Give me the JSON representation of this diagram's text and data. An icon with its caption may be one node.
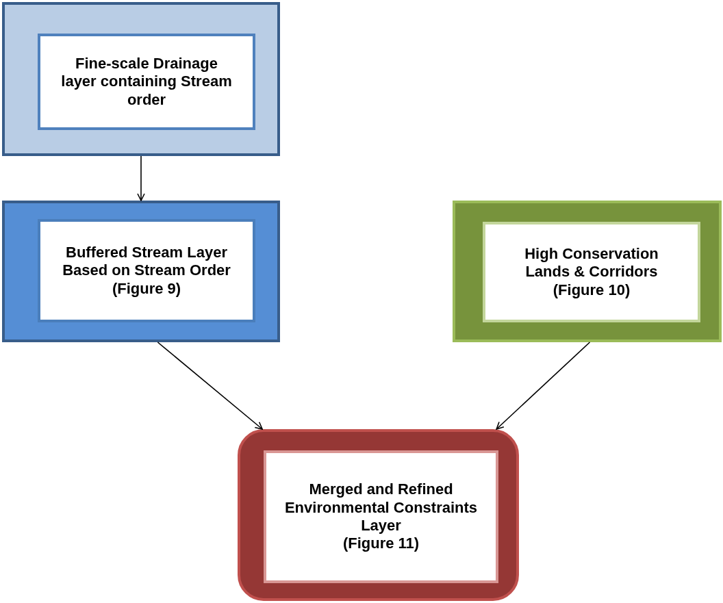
{
  "diagram": {
    "nodes": [
      {
        "text": [],
        "shape": "box"
      },
      {
        "text": [
          "Fine-scale Drainage layer containing Stream order"
        ],
        "in": 0
      },
      {
        "text": [],
        "shape": "box"
      },
      {
        "text": [
          "Buffered Stream Layer Based on Stream Order",
          "(Figure 9)"
        ],
        "in": 2
      },
      {
        "text": [],
        "shape": "box"
      },
      {
        "text": [
          "High Conservation Lands & Corridors",
          "(Figure 10)"
        ],
        "in": 4
      },
      {
        "text": [],
        "shape": "box"
      },
      {
        "text": [
          "Merged and Refined Environmental Constraints Layer",
          "(Figure 11)"
        ],
        "in": 6
      }
    ],
    "edges": [
      {
        "from": 0,
        "to": 2,
        "arrow": "to"
      },
      {
        "from": 2,
        "to": 6,
        "arrow": "to"
      },
      {
        "from": 4,
        "to": 6,
        "arrow": "to"
      }
    ]
  }
}
